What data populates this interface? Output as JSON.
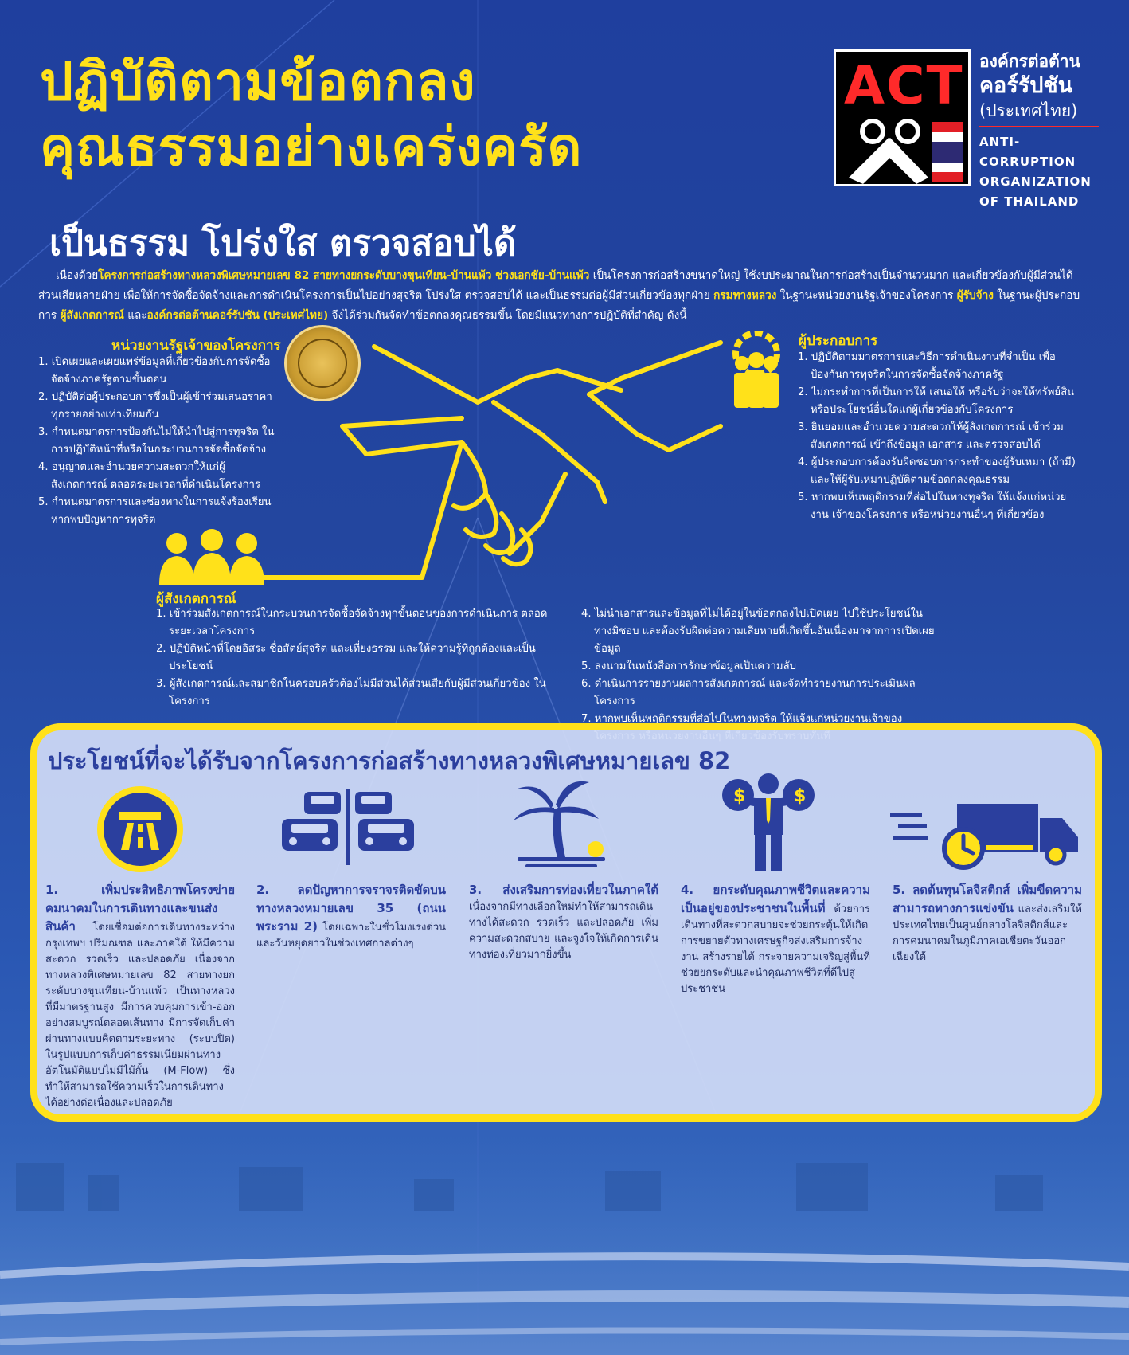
{
  "title": {
    "line1": "ปฏิบัติตามข้อตกลง",
    "line2": "คุณธรรมอย่างเคร่งครัด",
    "subtitle": "เป็นธรรม โปร่งใส ตรวจสอบได้"
  },
  "logo": {
    "mark": "ACT",
    "th_line1": "องค์กรต่อต้าน",
    "th_line2": "คอร์รัปชัน",
    "th_line3": "(ประเทศไทย)",
    "en_line1": "ANTI-CORRUPTION",
    "en_line2": "ORGANIZATION",
    "en_line3": "OF THAILAND"
  },
  "intro": {
    "p1": "เนื่องด้วย",
    "p2": "โครงการก่อสร้างทางหลวงพิเศษหมายเลข 82 สายทางยกระดับบางขุนเทียน-บ้านแพ้ว ช่วงเอกชัย-บ้านแพ้ว",
    "p3": " เป็นโครงการก่อสร้างขนาดใหญ่ ใช้งบประมาณในการก่อสร้างเป็นจำนวนมาก และเกี่ยวข้องกับผู้มีส่วนได้ส่วนเสียหลายฝ่าย เพื่อให้การจัดซื้อจัดจ้างและการดำเนินโครงการเป็นไปอย่างสุจริต โปร่งใส ตรวจสอบได้ และเป็นธรรมต่อผู้มีส่วนเกี่ยวข้องทุกฝ่าย ",
    "p4": "กรมทางหลวง",
    "p5": " ในฐานะหน่วยงานรัฐเจ้าของโครงการ ",
    "p6": "ผู้รับจ้าง",
    "p7": " ในฐานะผู้ประกอบการ ",
    "p8": "ผู้สังเกตการณ์",
    "p9": " และ",
    "p10": "องค์กรต่อต้านคอร์รัปชัน (ประเทศไทย)",
    "p11": " จึงได้ร่วมกันจัดทำข้อตกลงคุณธรรมขึ้น โดยมีแนวทางการปฏิบัติที่สำคัญ ดังนี้"
  },
  "agency": {
    "title": "หน่วยงานรัฐเจ้าของโครงการ",
    "items": [
      "1. เปิดเผยและเผยแพร่ข้อมูลที่เกี่ยวข้องกับการจัดซื้อ จัดจ้างภาครัฐตามขั้นตอน",
      "2. ปฏิบัติต่อผู้ประกอบการซึ่งเป็นผู้เข้าร่วมเสนอราคา ทุกรายอย่างเท่าเทียมกัน",
      "3. กำหนดมาตรการป้องกันไม่ให้นำไปสู่การทุจริต ในการปฏิบัติหน้าที่หรือในกระบวนการจัดซื้อจัดจ้าง",
      "4. อนุญาตและอำนวยความสะดวกให้แก่ผู้สังเกตการณ์ ตลอดระยะเวลาที่ดำเนินโครงการ",
      "5. กำหนดมาตรการและช่องทางในการแจ้งร้องเรียน หากพบปัญหาการทุจริต"
    ]
  },
  "operator": {
    "title": "ผู้ประกอบการ",
    "items": [
      "1. ปฏิบัติตามมาตรการและวิธีการดำเนินงานที่จำเป็น เพื่อป้องกันการทุจริตในการจัดซื้อจัดจ้างภาครัฐ",
      "2. ไม่กระทำการที่เป็นการให้ เสนอให้ หรือรับว่าจะให้ทรัพย์สิน หรือประโยชน์อื่นใดแก่ผู้เกี่ยวข้องกับโครงการ",
      "3. ยินยอมและอำนวยความสะดวกให้ผู้สังเกตการณ์ เข้าร่วมสังเกตการณ์ เข้าถึงข้อมูล เอกสาร และตรวจสอบได้",
      "4. ผู้ประกอบการต้องรับผิดชอบการกระทำของผู้รับเหมา (ถ้ามี) และให้ผู้รับเหมาปฏิบัติตามข้อตกลงคุณธรรม",
      "5. หากพบเห็นพฤติกรรมที่ส่อไปในทางทุจริต ให้แจ้งแก่หน่วยงาน เจ้าของโครงการ หรือหน่วยงานอื่นๆ ที่เกี่ยวข้อง"
    ]
  },
  "observer": {
    "title": "ผู้สังเกตการณ์",
    "items_left": [
      "1. เข้าร่วมสังเกตการณ์ในกระบวนการจัดซื้อจัดจ้างทุกขั้นตอนของการดำเนินการ ตลอดระยะเวลาโครงการ",
      "2. ปฏิบัติหน้าที่โดยอิสระ ซื่อสัตย์สุจริต และเที่ยงธรรม และให้ความรู้ที่ถูกต้องและเป็นประโยชน์",
      "3. ผู้สังเกตการณ์และสมาชิกในครอบครัวต้องไม่มีส่วนได้ส่วนเสียกับผู้มีส่วนเกี่ยวข้อง ในโครงการ"
    ],
    "items_right": [
      "4. ไม่นำเอกสารและข้อมูลที่ไม่ได้อยู่ในข้อตกลงไปเปิดเผย ไปใช้ประโยชน์ในทางมิชอบ และต้องรับผิดต่อความเสียหายที่เกิดขึ้นอันเนื่องมาจากการเปิดเผยข้อมูล",
      "5. ลงนามในหนังสือการรักษาข้อมูลเป็นความลับ",
      "6. ดำเนินการรายงานผลการสังเกตการณ์ และจัดทำรายงานการประเมินผลโครงการ",
      "7. หากพบเห็นพฤติกรรมที่ส่อไปในทางทุจริต ให้แจ้งแก่หน่วยงานเจ้าของโครงการ หรือหน่วยงานอื่นๆ ที่เกี่ยวข้องรับทราบทันที"
    ]
  },
  "benefits": {
    "title": "ประโยชน์ที่จะได้รับจากโครงการก่อสร้างทางหลวงพิเศษหมายเลข 82",
    "items": [
      {
        "heading": "1. เพิ่มประสิทธิภาพโครงข่ายคมนาคมในการเดินทางและขนส่งสินค้า",
        "body": " โดยเชื่อมต่อการเดินทางระหว่างกรุงเทพฯ ปริมณฑล และภาคใต้ ให้มีความสะดวก รวดเร็ว และปลอดภัย เนื่องจากทางหลวงพิเศษหมายเลข 82 สายทางยกระดับบางขุนเทียน-บ้านแพ้ว เป็นทางหลวงที่มีมาตรฐานสูง มีการควบคุมการเข้า-ออกอย่างสมบูรณ์ตลอดเส้นทาง มีการจัดเก็บค่าผ่านทางแบบคิดตามระยะทาง (ระบบปิด) ในรูปแบบการเก็บค่าธรรมเนียมผ่านทางอัตโนมัติแบบไม่มีไม้กั้น (M-Flow) ซึ่งทำให้สามารถใช้ความเร็วในการเดินทางได้อย่างต่อเนื่องและปลอดภัย"
      },
      {
        "heading": "2. ลดปัญหาการจราจรติดขัดบนทางหลวงหมายเลข 35 (ถนนพระราม 2)",
        "body": " โดยเฉพาะในชั่วโมงเร่งด่วนและวันหยุดยาวในช่วงเทศกาลต่างๆ"
      },
      {
        "heading": "3. ส่งเสริมการท่องเที่ยวในภาคใต้",
        "body": " เนื่องจากมีทางเลือกใหม่ทำให้สามารถเดินทางได้สะดวก รวดเร็ว และปลอดภัย เพิ่มความสะดวกสบาย และจูงใจให้เกิดการเดินทางท่องเที่ยวมากยิ่งขึ้น"
      },
      {
        "heading": "4. ยกระดับคุณภาพชีวิตและความเป็นอยู่ของประชาชนในพื้นที่",
        "body": " ด้วยการเดินทางที่สะดวกสบายจะช่วยกระตุ้นให้เกิดการขยายตัวทางเศรษฐกิจส่งเสริมการจ้างงาน สร้างรายได้ กระจายความเจริญสู่พื้นที่ ช่วยยกระดับและนำคุณภาพชีวิตที่ดีไปสู่ประชาชน"
      },
      {
        "heading": "5. ลดต้นทุนโลจิสติกส์ เพิ่มขีดความสามารถทางการแข่งขัน",
        "body": " และส่งเสริมให้ประเทศไทยเป็นศูนย์กลางโลจิสติกส์และการคมนาคมในภูมิภาคเอเชียตะวันออกเฉียงใต้"
      }
    ]
  },
  "colors": {
    "accent": "#ffe11a",
    "background": "#23469f",
    "benefit_text": "#2b3f9e"
  }
}
